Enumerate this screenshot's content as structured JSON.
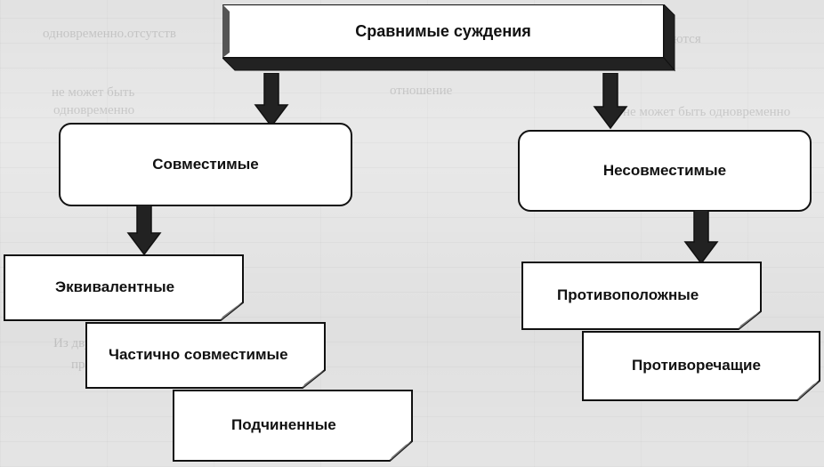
{
  "diagram": {
    "root": "Сравнимые суждения",
    "branches": {
      "left": "Совместимые",
      "right": "Несовместимые"
    },
    "left_children": {
      "first": "Эквивалентные",
      "second": "Частично совместимые",
      "third": "Подчиненные"
    },
    "right_children": {
      "first": "Противоположные",
      "second": "Противоречащие"
    }
  },
  "colors": {
    "stroke": "#111111",
    "fill": "#ffffff",
    "background": "#e9e9e9"
  }
}
